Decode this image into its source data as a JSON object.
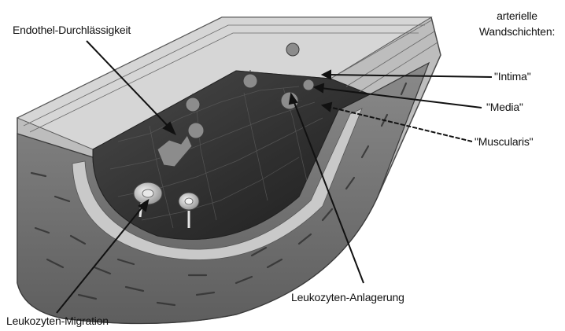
{
  "labels": {
    "endothel": "Endothel-Durchlässigkeit",
    "wall_layers_heading_line1": "arterielle",
    "wall_layers_heading_line2": "Wandschichten:",
    "intima": "\"Intima\"",
    "media": "\"Media\"",
    "muscularis": "\"Muscularis\"",
    "leukozyten_anlagerung": "Leukozyten-Anlagerung",
    "leukozyten_migration": "Leukozyten-Migration"
  },
  "colors": {
    "text": "#111111",
    "lumen_dark": "#2b2b2b",
    "wall_mid": "#7a7a7a",
    "wall_light": "#d9d9d9",
    "media_band": "#c9c9c9",
    "cell_light": "#efefef"
  }
}
